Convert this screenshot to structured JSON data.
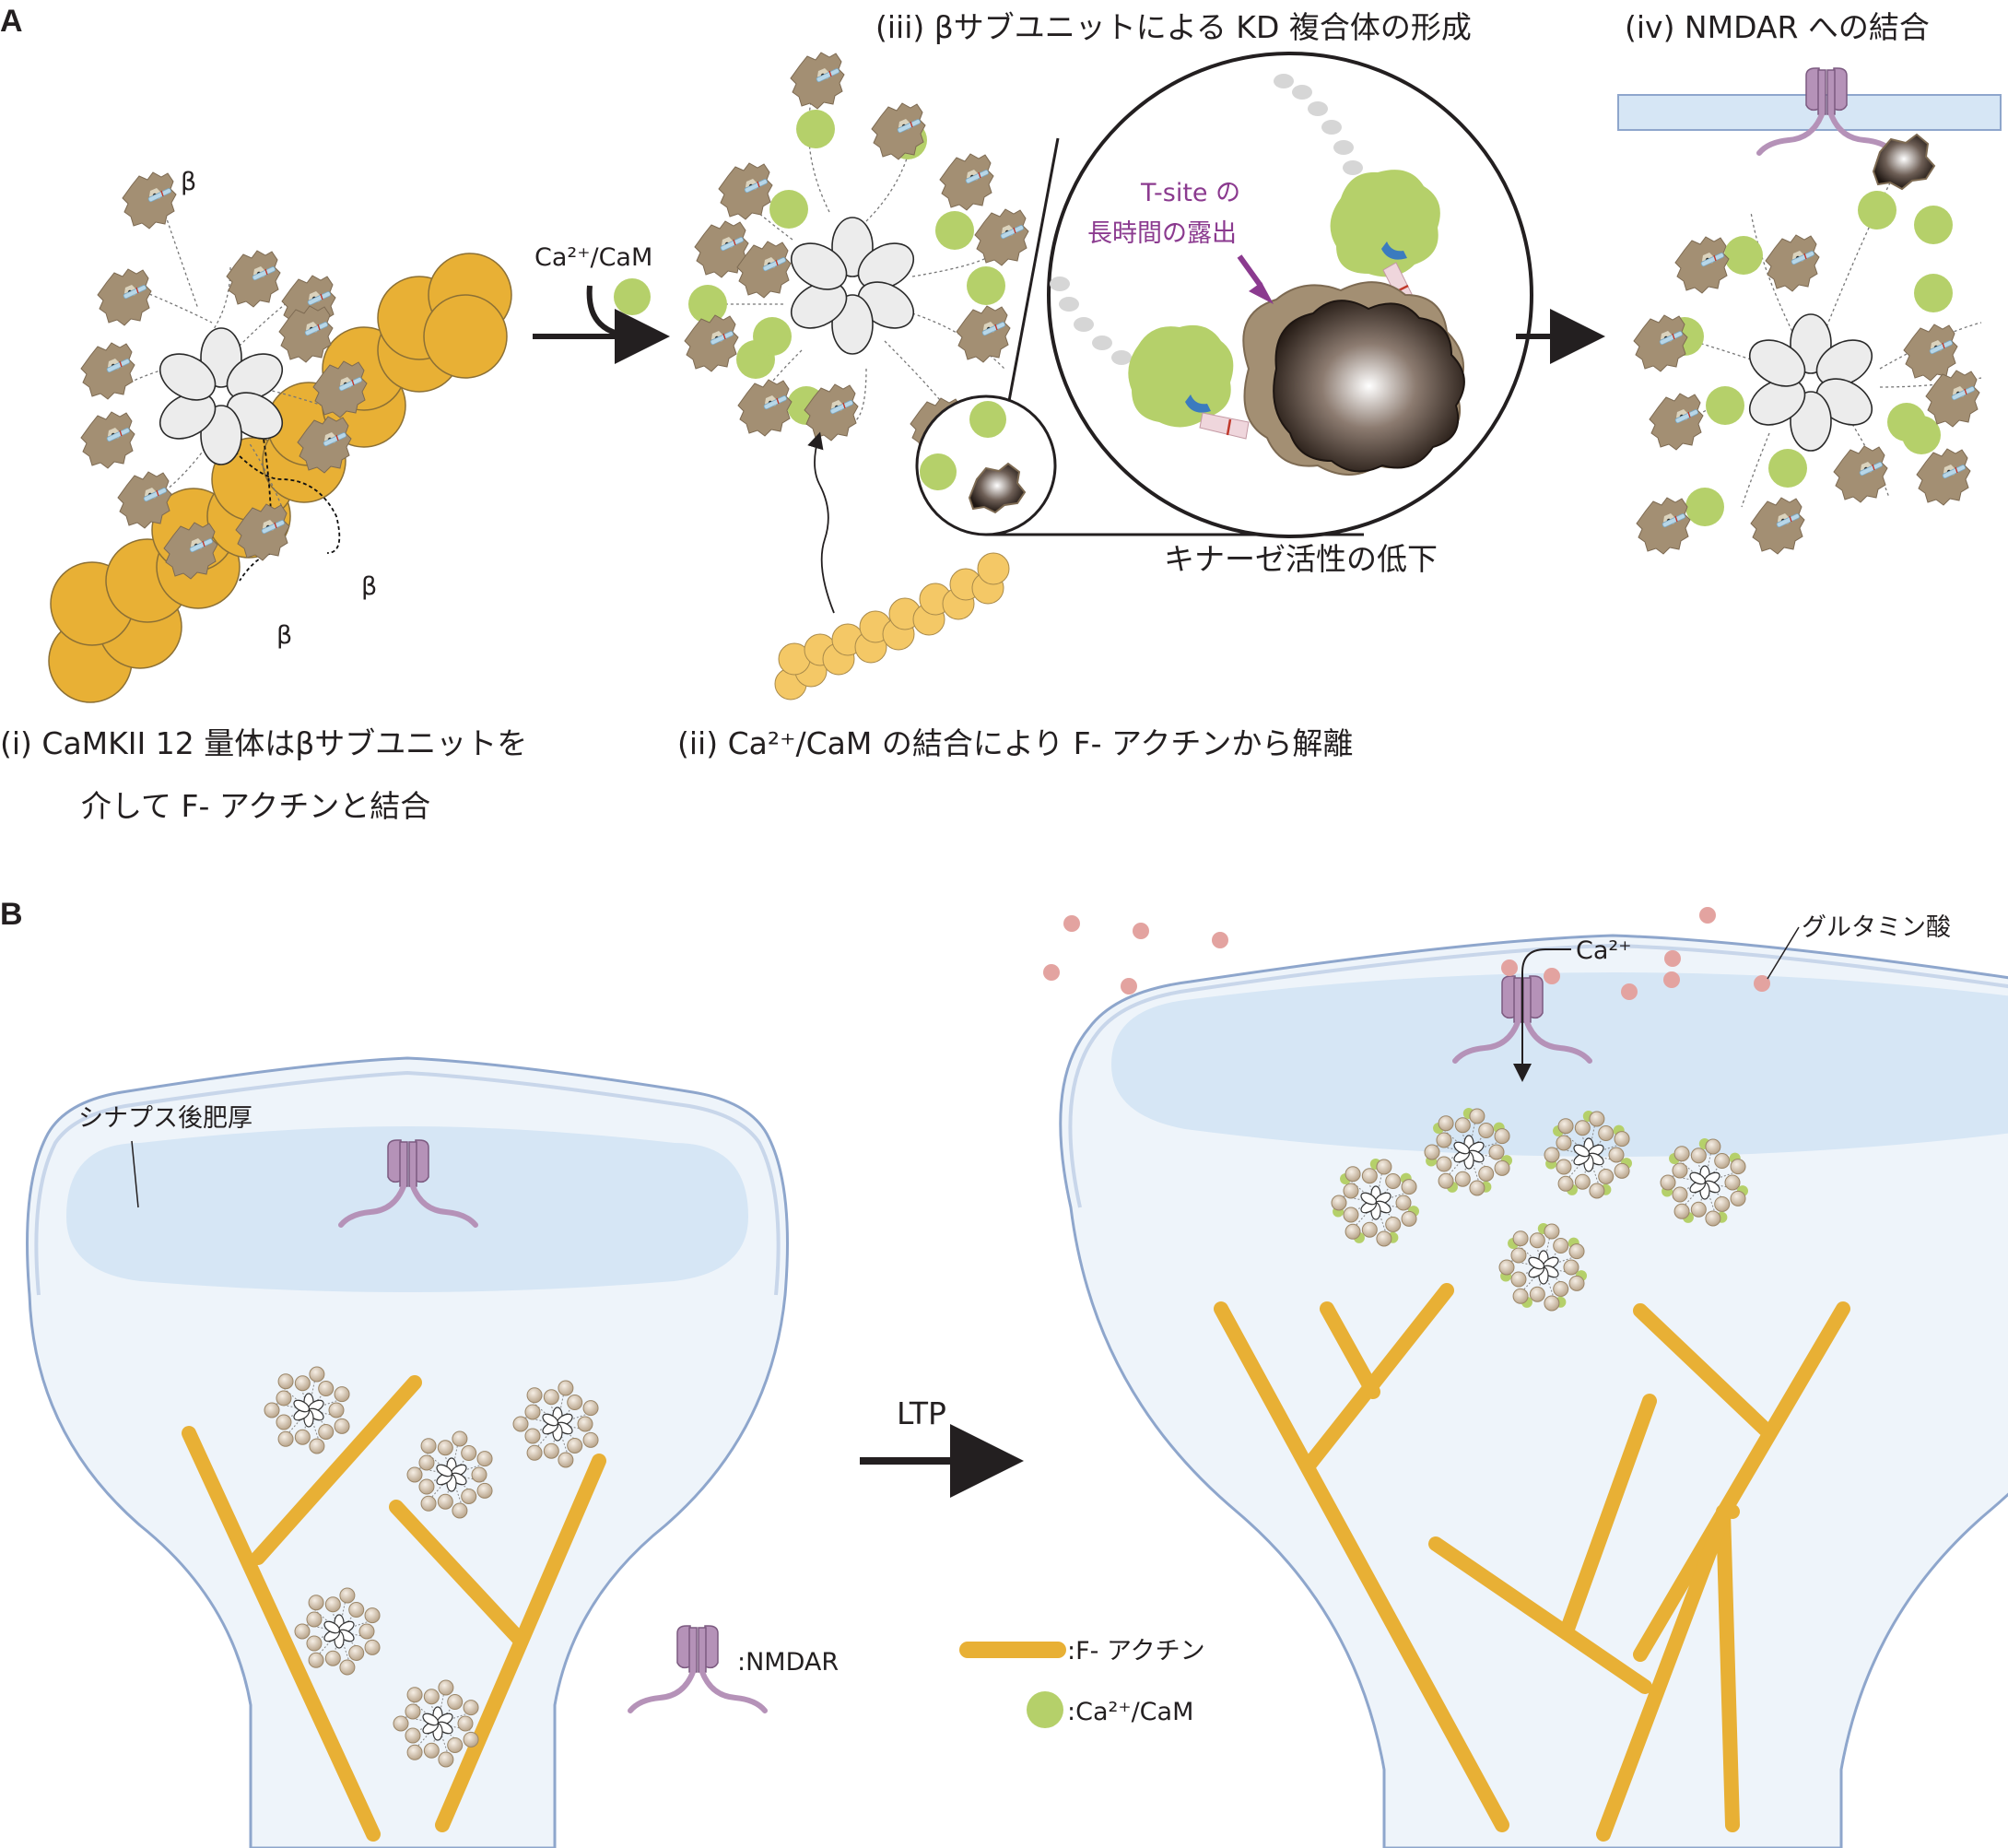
{
  "panels": {
    "a": "A",
    "b": "B"
  },
  "panel_a": {
    "beta_label": "β",
    "ca_cam_arrow_label": "Ca²⁺/CaM",
    "step_i_line1": "(i) CaMKII 12 量体はβサブユニットを",
    "step_i_line2": "介して F- アクチンと結合",
    "step_ii": "(ii) Ca²⁺/CaM の結合により F- アクチンから解離",
    "step_iii": "(iii) βサブユニットによる KD 複合体の形成",
    "step_iv": "(iv) NMDAR への結合",
    "tsite_line1": "T-site の",
    "tsite_line2": "長時間の露出",
    "kinase_decrease": "キナーゼ活性の低下"
  },
  "panel_b": {
    "psd_label": "シナプス後肥厚",
    "ltp_label": "LTP",
    "calcium_label": "Ca²⁺",
    "glutamate_label": "グルタミン酸"
  },
  "legend": {
    "nmdar": ":NMDAR",
    "factin": ":F- アクチン",
    "cacam": ":Ca²⁺/CaM"
  },
  "colors": {
    "actin": "#e8b035",
    "cam": "#b5d06a",
    "nmdar": "#b592b8",
    "spine_fill": "#eef4fa",
    "psd_fill": "#d6e6f5",
    "kinase": "#a38f73",
    "highlight": "#8b3a8f"
  }
}
